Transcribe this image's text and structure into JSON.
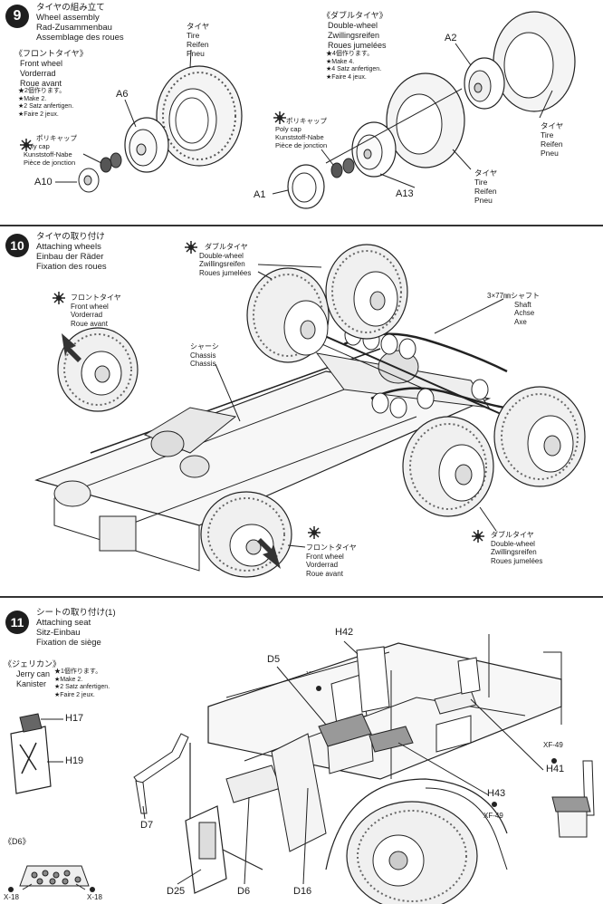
{
  "step9": {
    "number": "9",
    "title": [
      "タイヤの組み立て",
      "Wheel assembly",
      "Rad-Zusammenbau",
      "Assemblage des roues"
    ],
    "front_tire": {
      "title": [
        "《フロントタイヤ》",
        "Front wheel",
        "Vorderrad",
        "Roue avant"
      ],
      "make": [
        "★2個作ります。",
        "★Make 2.",
        "★2 Satz anfertigen.",
        "★Faire 2 jeux."
      ]
    },
    "double_tire": {
      "title": [
        "《ダブルタイヤ》",
        "Double-wheel",
        "Zwillingsreifen",
        "Roues jumelées"
      ],
      "make": [
        "★4個作ります。",
        "★Make 4.",
        "★4 Satz anfertigen.",
        "★Faire 4 jeux."
      ]
    },
    "tire_label_left": [
      "タイヤ",
      "Tire",
      "Reifen",
      "Pneu"
    ],
    "tire_label_right_top": [
      "タイヤ",
      "Tire",
      "Reifen",
      "Pneu"
    ],
    "tire_label_right_bottom": [
      "タイヤ",
      "Tire",
      "Reifen",
      "Pneu"
    ],
    "polycap_left": [
      "ポリキャップ",
      "Poly cap",
      "Kunststoff-Nabe",
      "Pièce de jonction"
    ],
    "polycap_right": [
      "ポリキャップ",
      "Poly cap",
      "Kunststoff-Nabe",
      "Pièce de jonction"
    ],
    "parts": {
      "a6": "A6",
      "a10": "A10",
      "a2": "A2",
      "a1": "A1",
      "a13": "A13"
    }
  },
  "step10": {
    "number": "10",
    "title": [
      "タイヤの取り付け",
      "Attaching wheels",
      "Einbau der Räder",
      "Fixation des roues"
    ],
    "double_top": [
      "ダブルタイヤ",
      "Double-wheel",
      "Zwillingsreifen",
      "Roues jumelées"
    ],
    "shaft": [
      "3×77㎜シャフト",
      "Shaft",
      "Achse",
      "Axe"
    ],
    "front_left": [
      "フロントタイヤ",
      "Front wheel",
      "Vorderrad",
      "Roue avant"
    ],
    "chassis": [
      "シャーシ",
      "Chassis",
      "Chassis"
    ],
    "double_bottom": [
      "ダブルタイヤ",
      "Double-wheel",
      "Zwillingsreifen",
      "Roues jumelées"
    ],
    "front_bottom": [
      "フロントタイヤ",
      "Front wheel",
      "Vorderrad",
      "Roue avant"
    ]
  },
  "step11": {
    "number": "11",
    "title": [
      "シートの取り付け(1)",
      "Attaching seat",
      "Sitz-Einbau",
      "Fixation de siège"
    ],
    "jerry": {
      "title": [
        "《ジェリカン》",
        "Jerry can",
        "Kanister"
      ],
      "make": [
        "★1個作ります。",
        "★Make 2.",
        "★2 Satz anfertigen.",
        "★Faire 2 jeux."
      ]
    },
    "parts": {
      "h42": "H42",
      "d5": "D5",
      "xf49a": "XF-49",
      "h17": "H17",
      "h19": "H19",
      "d7": "D7",
      "d6label": "《D6》",
      "x18a": "X-18",
      "x18b": "X-18",
      "d25": "D25",
      "d6": "D6",
      "d16": "D16",
      "h43": "H43",
      "xf49b": "XF-49",
      "xf49c": "XF-49",
      "h41": "H41"
    }
  }
}
